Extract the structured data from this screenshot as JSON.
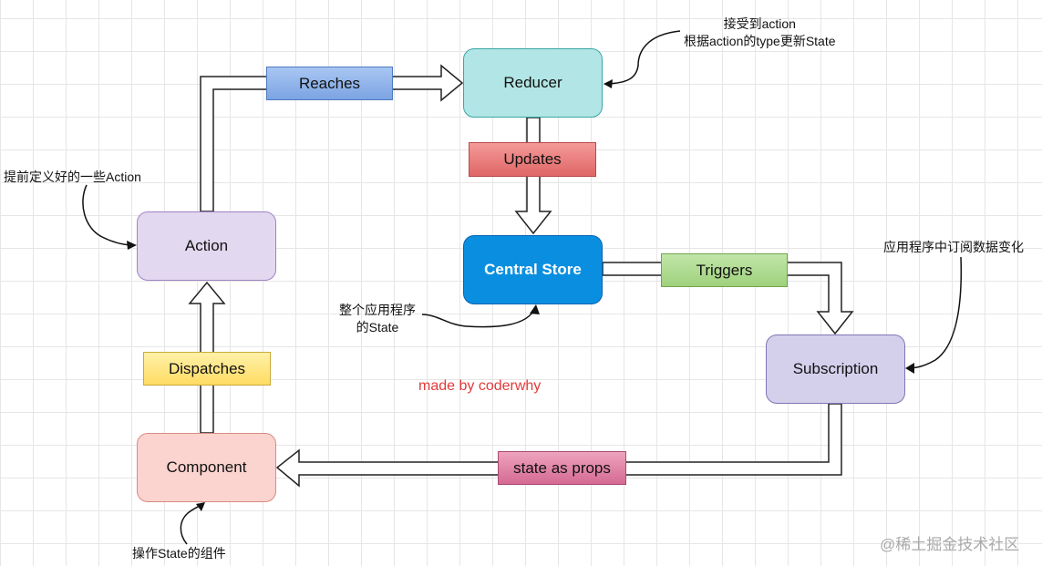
{
  "nodes": {
    "reducer": "Reducer",
    "action": "Action",
    "central_store": "Central Store",
    "subscription": "Subscription",
    "component": "Component"
  },
  "edges": {
    "reaches": "Reaches",
    "updates": "Updates",
    "triggers": "Triggers",
    "dispatches": "Dispatches",
    "state_as_props": "state as props"
  },
  "notes": {
    "reducer_line1": "接受到action",
    "reducer_line2": "根据action的type更新State",
    "action": "提前定义好的一些Action",
    "store_line1": "整个应用程序",
    "store_line2": "的State",
    "subscription": "应用程序中订阅数据变化",
    "component": "操作State的组件"
  },
  "credit": "made by coderwhy",
  "watermark": "@稀土掘金技术社区",
  "colors": {
    "reducer": "#b2e5e5",
    "action": "#e2d8ef",
    "central_store": "#0a8fe0",
    "subscription": "#d4d0ec",
    "component": "#fbd3cf",
    "credit": "#e23a3a"
  }
}
